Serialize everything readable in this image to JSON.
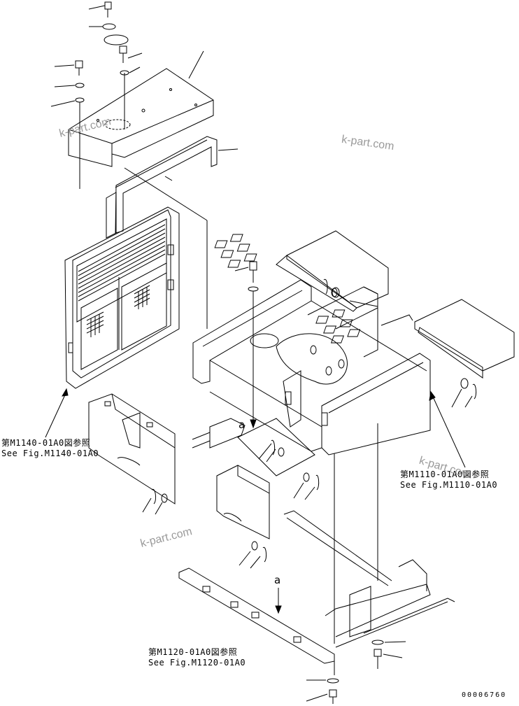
{
  "references": [
    {
      "jp": "第M1140-01A0図参照",
      "en": "See Fig.M1140-01A0"
    },
    {
      "jp": "第M1110-01A0図参照",
      "en": "See Fig.M1110-01A0"
    },
    {
      "jp": "第M1120-01A0図参照",
      "en": "See Fig.M1120-01A0"
    }
  ],
  "section_labels": [
    "a",
    "a"
  ],
  "watermarks": [
    "k-part.com",
    "k-part.com",
    "k-part.com",
    "k-part.com"
  ],
  "drawing_number": "00006760"
}
